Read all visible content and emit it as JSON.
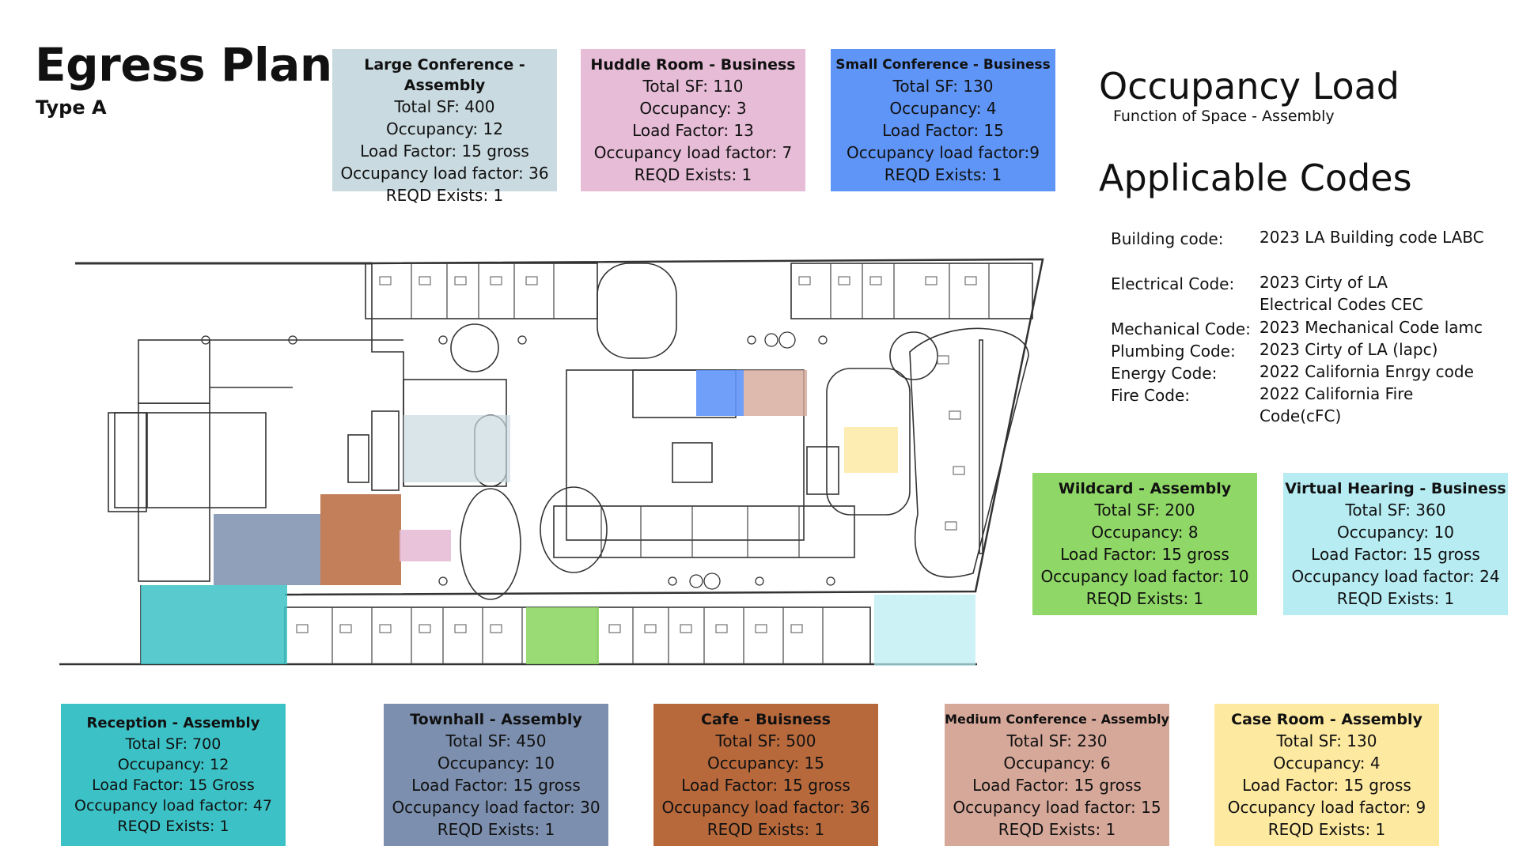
{
  "header": {
    "title": "Egress Plan",
    "subtitle": "Type A"
  },
  "occupancy": {
    "heading": "Occupancy Load",
    "function": "Function of Space - Assembly"
  },
  "codes": {
    "heading": "Applicable Codes",
    "items": [
      {
        "label": "Building code:",
        "value": "2023 LA Building code LABC"
      },
      {
        "label": "Electrical Code:",
        "value": "2023 Cirty of LA Electrical Codes CEC"
      },
      {
        "label": "Mechanical Code:",
        "value": "2023 Mechanical Code lamc"
      },
      {
        "label": "Plumbing Code:",
        "value": "2023 Cirty of LA (lapc)"
      },
      {
        "label": "Energy Code:",
        "value": "2022 California Enrgy code"
      },
      {
        "label": "Fire Code:",
        "value": "2022 California Fire Code(cFC)"
      }
    ]
  },
  "rooms": {
    "large_conference": {
      "title": "Large Conference - Assembly",
      "lines": [
        "Total SF: 400",
        "Occupancy: 12",
        "Load Factor: 15 gross",
        "Occupancy load factor: 36",
        "REQD Exists: 1"
      ],
      "color": "#c9dae0"
    },
    "huddle": {
      "title": "Huddle Room - Business",
      "lines": [
        "Total SF: 110",
        "Occupancy: 3",
        "Load Factor: 13",
        "Occupancy load factor: 7",
        "REQD Exists: 1"
      ],
      "color": "#e6bcd6"
    },
    "small_conference": {
      "title": "Small Conference - Business",
      "lines": [
        "Total SF: 130",
        "Occupancy: 4",
        "Load Factor: 15",
        "Occupancy load factor:9",
        "REQD Exists: 1"
      ],
      "color": "#5f95f7"
    },
    "wildcard": {
      "title": "Wildcard - Assembly",
      "lines": [
        "Total SF: 200",
        "Occupancy: 8",
        "Load Factor: 15 gross",
        "Occupancy load factor: 10",
        "REQD Exists: 1"
      ],
      "color": "#8fd766"
    },
    "virtual_hearing": {
      "title": "Virtual Hearing - Business",
      "lines": [
        "Total SF: 360",
        "Occupancy: 10",
        "Load Factor: 15 gross",
        "Occupancy load factor: 24",
        "REQD Exists: 1"
      ],
      "color": "#b6ecf2"
    },
    "reception": {
      "title": "Reception - Assembly",
      "lines": [
        "Total SF: 700",
        "Occupancy: 12",
        "Load Factor: 15 Gross",
        "Occupancy load factor: 47",
        "REQD Exists: 1"
      ],
      "color": "#3cc2c6"
    },
    "townhall": {
      "title": "Townhall - Assembly",
      "lines": [
        "Total SF: 450",
        "Occupancy: 10",
        "Load Factor: 15 gross",
        "Occupancy load factor: 30",
        "REQD Exists: 1"
      ],
      "color": "#7c8fae"
    },
    "cafe": {
      "title": "Cafe - Buisness",
      "lines": [
        "Total SF: 500",
        "Occupancy: 15",
        "Load Factor: 15 gross",
        "Occupancy load factor: 36",
        "REQD Exists: 1"
      ],
      "color": "#b8693c"
    },
    "medium_conference": {
      "title": "Medium Conference - Assembly",
      "lines": [
        "Total SF: 230",
        "Occupancy: 6",
        "Load Factor: 15 gross",
        "Occupancy load factor: 15",
        "REQD Exists: 1"
      ],
      "color": "#d6a89a"
    },
    "case_room": {
      "title": "Case Room - Assembly",
      "lines": [
        "Total SF: 130",
        "Occupancy: 4",
        "Load Factor: 15 gross",
        "Occupancy load factor: 9",
        "REQD Exists: 1"
      ],
      "color": "#fde9a0"
    }
  }
}
